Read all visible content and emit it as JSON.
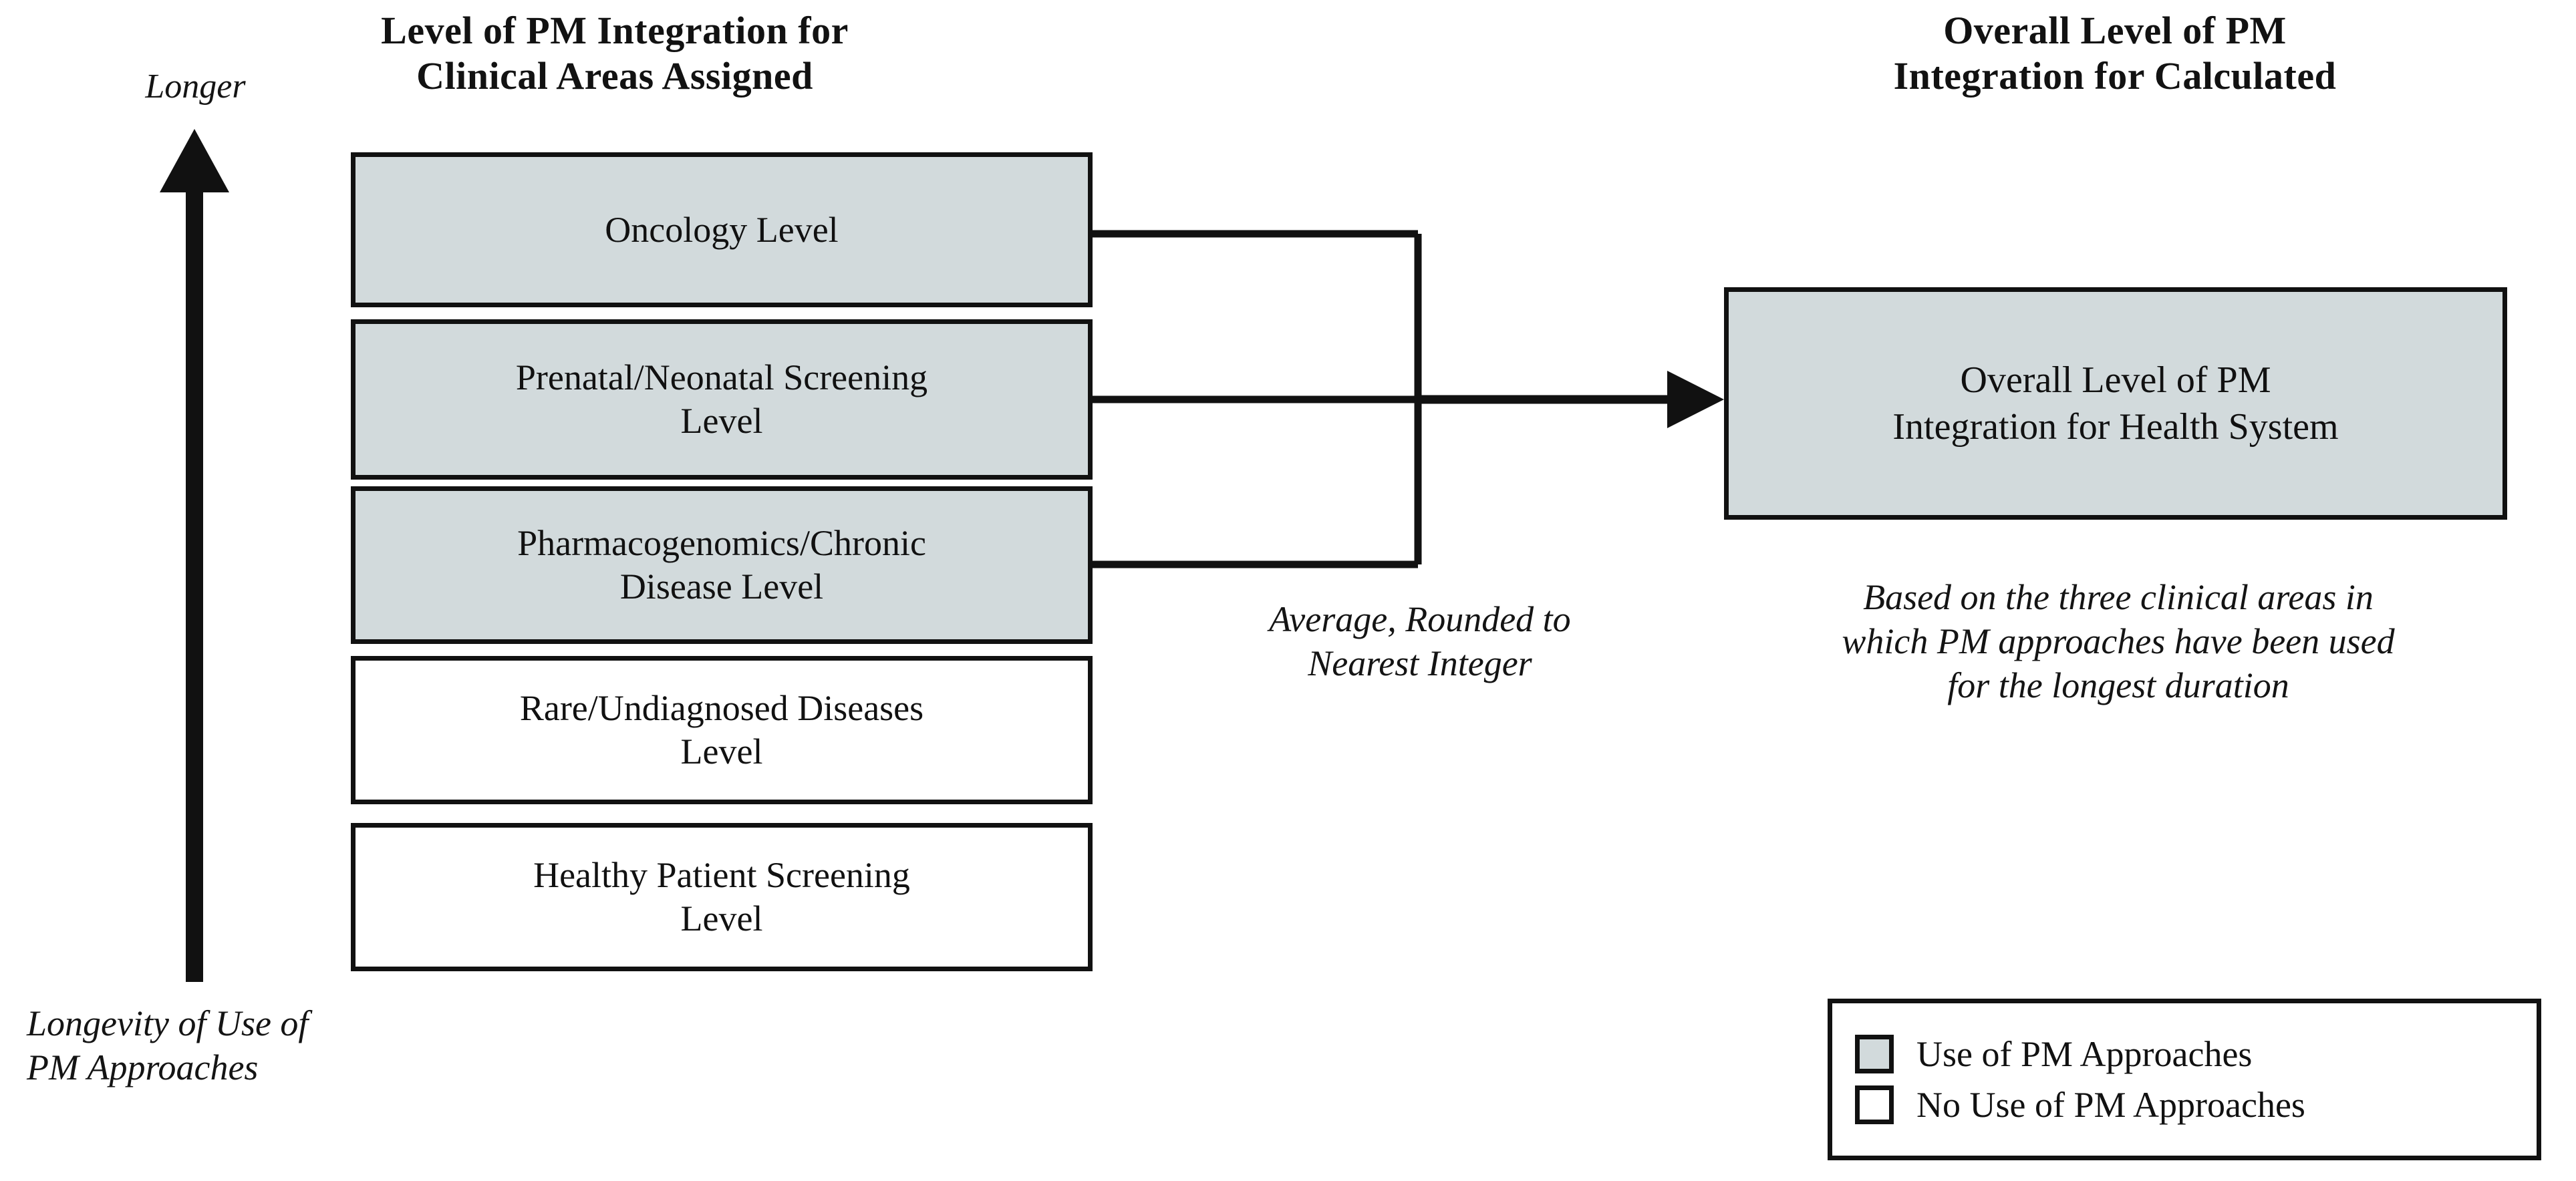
{
  "headers": {
    "left": "Level of PM Integration for\nClinical Areas Assigned",
    "left_line1": "Level of PM Integration for",
    "left_line2": "Clinical Areas Assigned",
    "right_line1": "Overall Level of PM",
    "right_line2": "Integration for Calculated"
  },
  "axis": {
    "longer_label": "Longer",
    "caption_line1": "Longevity of Use of",
    "caption_line2": "PM Approaches",
    "direction": "up"
  },
  "levels": [
    {
      "label": "Oncology Level",
      "filled": true,
      "connected": true
    },
    {
      "label": "Prenatal/Neonatal Screening\nLevel",
      "line1": "Prenatal/Neonatal Screening",
      "line2": "Level",
      "filled": true,
      "connected": true
    },
    {
      "label": "Pharmacogenomics/Chronic\nDisease Level",
      "line1": "Pharmacogenomics/Chronic",
      "line2": "Disease Level",
      "filled": true,
      "connected": true
    },
    {
      "label": "Rare/Undiagnosed Diseases\nLevel",
      "line1": "Rare/Undiagnosed Diseases",
      "line2": "Level",
      "filled": false,
      "connected": false
    },
    {
      "label": "Healthy Patient Screening\nLevel",
      "line1": "Healthy Patient Screening",
      "line2": "Level",
      "filled": false,
      "connected": false
    }
  ],
  "connector": {
    "annotation_line1": "Average, Rounded to",
    "annotation_line2": "Nearest Integer"
  },
  "aggregate": {
    "line1": "Overall Level of PM",
    "line2": "Integration for Health System",
    "caption_line1": "Based on the three clinical areas in",
    "caption_line2": "which PM approaches have been used",
    "caption_line3": "for the longest duration",
    "filled": true
  },
  "legend": {
    "items": [
      {
        "swatch": "filled",
        "label": "Use of PM Approaches"
      },
      {
        "swatch": "empty",
        "label": "No Use of PM Approaches"
      }
    ]
  },
  "colors": {
    "fill_gray": "#d2dadc",
    "stroke": "#111111",
    "background": "#ffffff"
  }
}
